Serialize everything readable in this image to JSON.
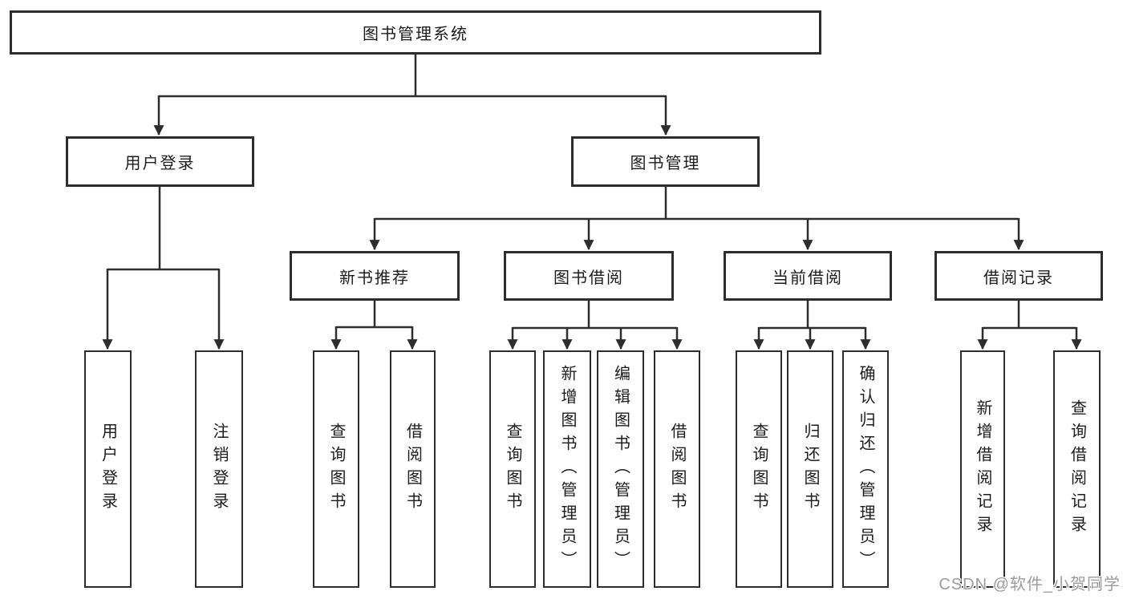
{
  "diagram": {
    "title": "图书管理系统",
    "watermark": "CSDN @软件_小贺同学",
    "colors": {
      "line": "#2d2d2d",
      "box_border": "#2d2d2d",
      "box_fill": "#ffffff",
      "text": "#1c1c1c",
      "watermark": "#9c9c9c",
      "background": "#ffffff"
    },
    "nodes": {
      "root": "图书管理系统",
      "user_login": "用户登录",
      "book_management": "图书管理",
      "new_book_recommend": "新书推荐",
      "book_borrow": "图书借阅",
      "current_borrow": "当前借阅",
      "borrow_records": "借阅记录",
      "leaf_user_login": "用户登录",
      "leaf_logout": "注销登录",
      "rec_query_books": "查询图书",
      "rec_borrow_books": "借阅图书",
      "bb_query_books": "查询图书",
      "bb_add_books": "新增图书（管理员）",
      "bb_edit_books": "编辑图书（管理员）",
      "bb_borrow_books": "借阅图书",
      "cb_query_books": "查询图书",
      "cb_return_books": "归还图书",
      "cb_confirm_return": "确认归还（管理员）",
      "br_add_record": "新增借阅记录",
      "br_query_record": "查询借阅记录"
    },
    "structure": {
      "root": "图书管理系统",
      "children": [
        {
          "label": "用户登录",
          "children": [
            "用户登录",
            "注销登录"
          ]
        },
        {
          "label": "图书管理",
          "children": [
            {
              "label": "新书推荐",
              "children": [
                "查询图书",
                "借阅图书"
              ]
            },
            {
              "label": "图书借阅",
              "children": [
                "查询图书",
                "新增图书（管理员）",
                "编辑图书（管理员）",
                "借阅图书"
              ]
            },
            {
              "label": "当前借阅",
              "children": [
                "查询图书",
                "归还图书",
                "确认归还（管理员）"
              ]
            },
            {
              "label": "借阅记录",
              "children": [
                "新增借阅记录",
                "查询借阅记录"
              ]
            }
          ]
        }
      ]
    }
  }
}
